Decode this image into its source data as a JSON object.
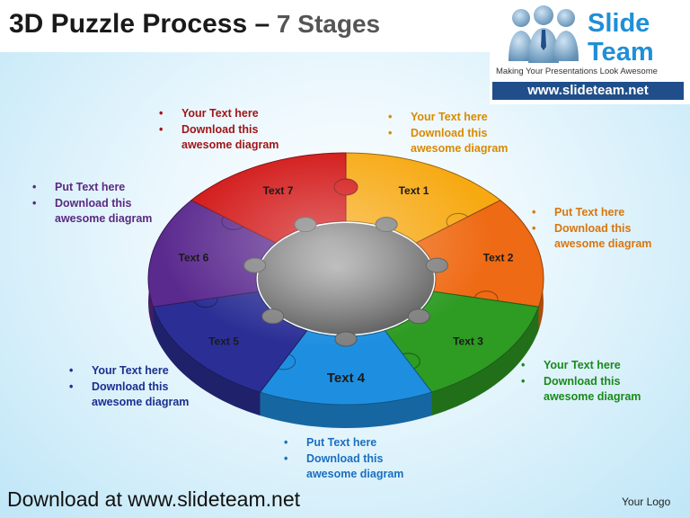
{
  "header": {
    "title_main": "3D Puzzle Process –",
    "title_light": " 7 Stages"
  },
  "logo": {
    "brand_line1": "Slide",
    "brand_line2": "Team",
    "tagline": "Making Your Presentations Look Awesome",
    "url": "www.slideteam.net",
    "icon": "people-group-icon"
  },
  "diagram": {
    "pieces": [
      {
        "label": "Text 1",
        "color": "#f7a912"
      },
      {
        "label": "Text 2",
        "color": "#ef6a14"
      },
      {
        "label": "Text 3",
        "color": "#2e9b23"
      },
      {
        "label": "Text 4",
        "color": "#1e8fe0"
      },
      {
        "label": "Text 5",
        "color": "#2b2f95"
      },
      {
        "label": "Text 6",
        "color": "#5b2a8f"
      },
      {
        "label": "Text 7",
        "color": "#d21414"
      }
    ],
    "center_color": "#7f7f7f"
  },
  "callouts": {
    "red": {
      "line1": "Your Text here",
      "line2": "Download this",
      "line3": "awesome diagram"
    },
    "orange": {
      "line1": "Your Text here",
      "line2": "Download this",
      "line3": "awesome diagram"
    },
    "purple": {
      "line1": "Put Text here",
      "line2": "Download this",
      "line3": "awesome diagram"
    },
    "orange2": {
      "line1": " Put Text here",
      "line2": "Download this",
      "line3": "awesome diagram"
    },
    "blue": {
      "line1": "Your Text here",
      "line2": "Download this",
      "line3": "awesome diagram"
    },
    "green": {
      "line1": "Your Text here",
      "line2": "Download this",
      "line3": "awesome diagram"
    },
    "lblue": {
      "line1": "Put Text here",
      "line2": "Download this",
      "line3": "awesome diagram"
    }
  },
  "footer": {
    "download": "Download at www.slideteam.net",
    "logo_text": "Your Logo"
  }
}
